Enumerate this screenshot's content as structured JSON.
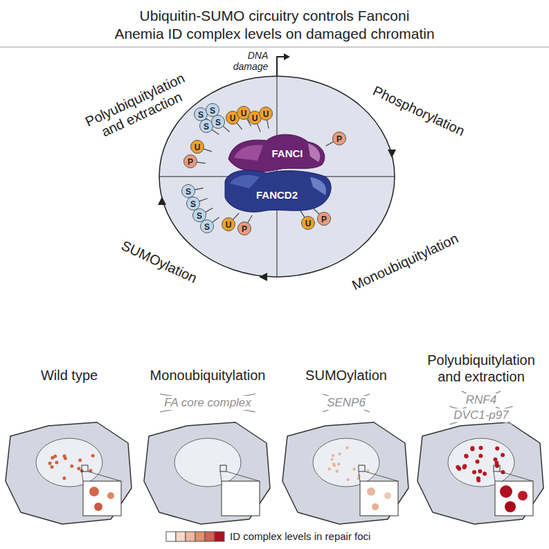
{
  "diagram": {
    "title": "Ubiquitin-SUMO circuitry controls Fanconi Anemia ID complex levels on damaged chromatin",
    "nodes": [
      {
        "text": [
          "S"
        ]
      },
      {
        "text": [
          "S"
        ]
      },
      {
        "text": [
          "S"
        ]
      },
      {
        "text": [
          "S"
        ]
      },
      {
        "text": [
          "U"
        ]
      },
      {
        "text": [
          "U"
        ]
      },
      {
        "text": [
          "U"
        ]
      },
      {
        "text": [
          "U"
        ]
      },
      {
        "text": [
          "U"
        ]
      },
      {
        "text": [
          "P"
        ]
      },
      {
        "text": [
          "P"
        ]
      },
      {
        "text": [
          "U"
        ]
      },
      {
        "text": [
          "P"
        ]
      },
      {
        "text": [
          "S"
        ]
      },
      {
        "text": [
          "S"
        ]
      },
      {
        "text": [
          "S"
        ]
      },
      {
        "text": [
          "S"
        ]
      },
      {
        "text": [
          "U"
        ]
      },
      {
        "text": [
          "P"
        ]
      }
    ],
    "labels": [
      "DNA damage",
      "Polyubiquitylation and extraction",
      "Phosphorylation",
      "Monoubiquitylation",
      "SUMOylation",
      "FANCI",
      "FANCD2",
      "Wild type",
      "Monoubiquitylation",
      "SUMOylation",
      "Polyubiquitylation and extraction",
      "FA core complex",
      "SENP6",
      "RNF4",
      "DVC1-p97"
    ],
    "legend": [
      {
        "text": "ID complex levels in repair foci"
      }
    ]
  }
}
